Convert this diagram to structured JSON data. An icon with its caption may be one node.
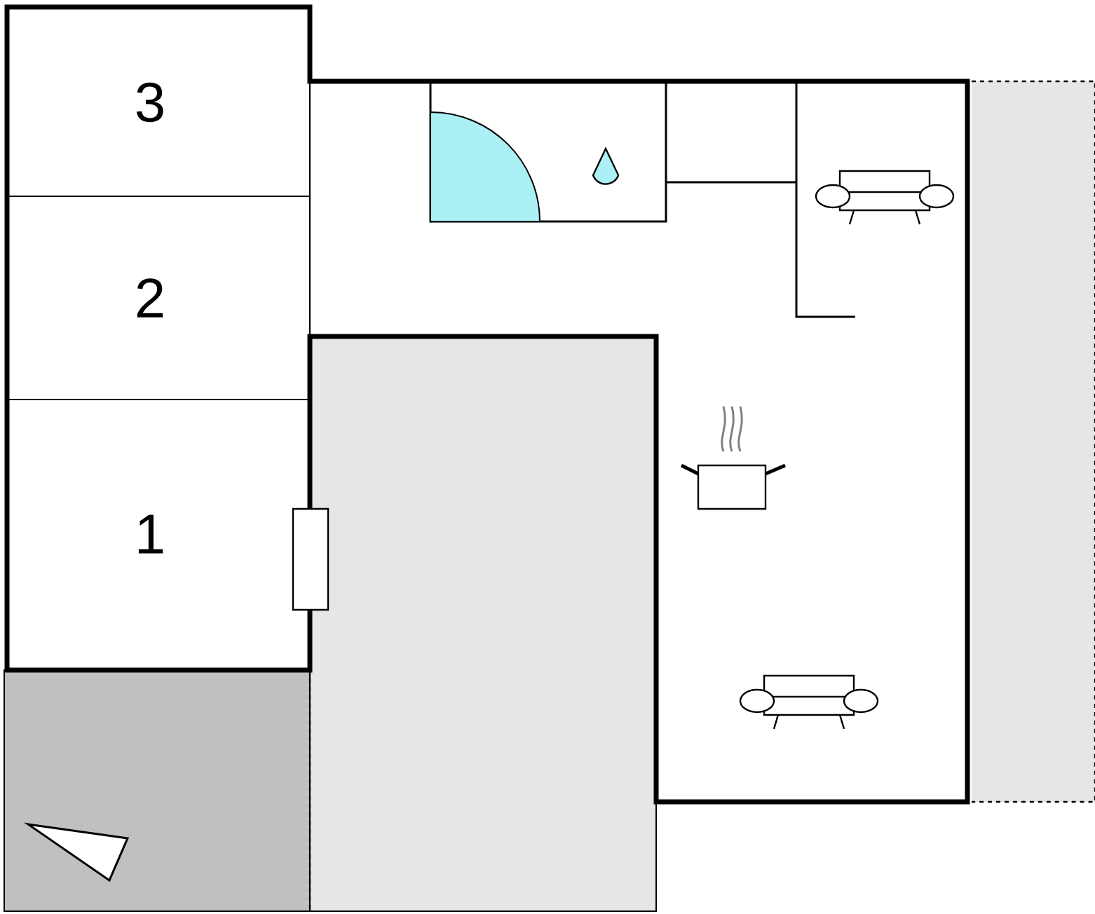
{
  "diagram": {
    "nodes": [
      {
        "text": [
          "3"
        ]
      },
      {
        "text": [
          "2"
        ]
      },
      {
        "text": [
          "1"
        ]
      }
    ]
  }
}
